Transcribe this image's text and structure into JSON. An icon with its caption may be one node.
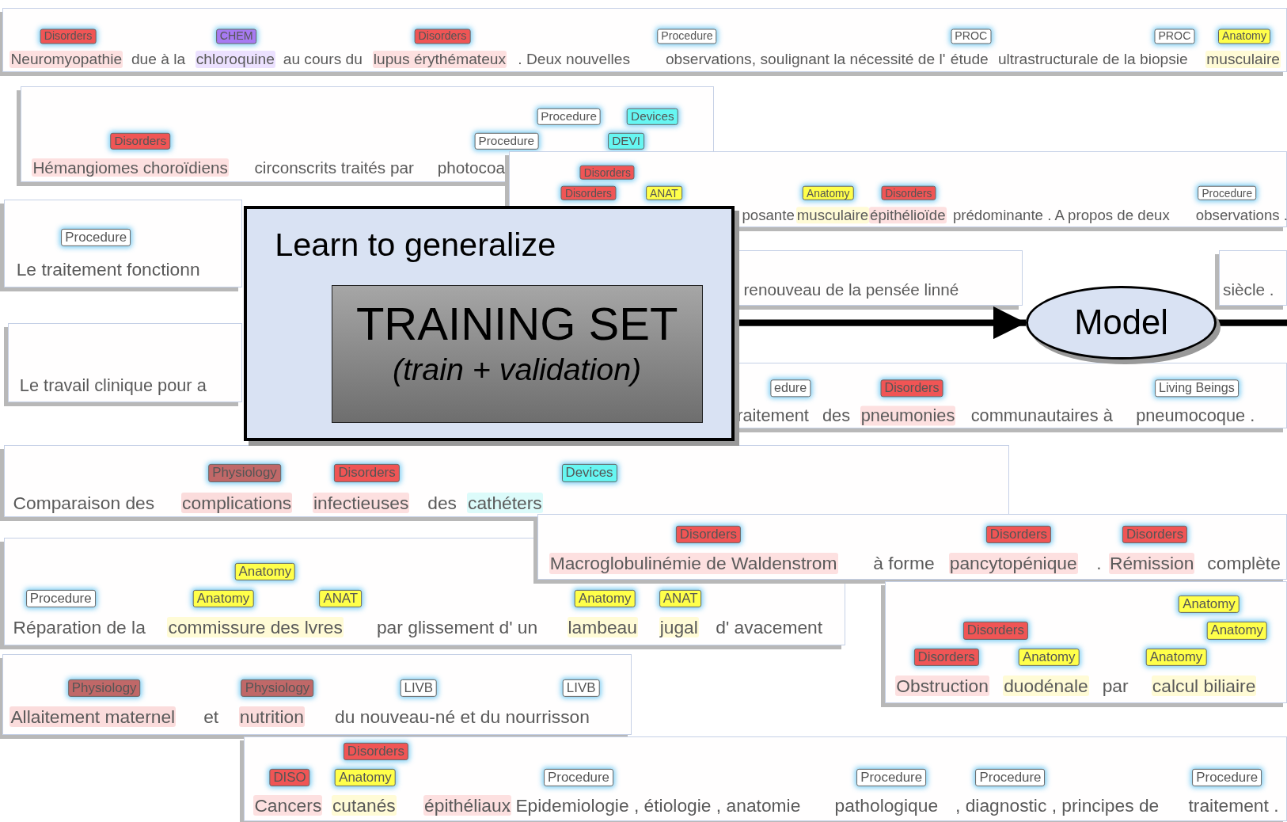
{
  "diagram": {
    "nodes": [
      {
        "text": [
          "Disorders",
          "CHEM",
          "Disorders",
          "Procedure",
          "PROC",
          "PROC",
          "Anatomy",
          "Neuromyopathie",
          "due à la",
          "chloroquine",
          "au cours du",
          "lupus érythémateux",
          ". Deux nouvelles",
          "observations",
          ", soulignant la nécessité de l'",
          "étude",
          "ultrastructurale de la biopsie",
          "musculaire"
        ]
      },
      {
        "text": [
          "Procedure",
          "Devices",
          "Disorders",
          "Procedure",
          "DEVI",
          "Hémangiomes choroïdiens",
          "circonscrits traités par",
          "photocoa"
        ]
      },
      {
        "text": [
          "Disorders",
          "Disorders",
          "ANAT",
          "Anatomy",
          "Disorders",
          "Procedure",
          "posante",
          "musculaire",
          "épithélioïde",
          "prédominante . A propos de deux",
          "observations ."
        ]
      },
      {
        "text": [
          "Procedure",
          "Le traitement fonctionn"
        ]
      },
      {
        "text": [
          "Learn to generalize"
        ]
      },
      {
        "text": [
          "TRAINING SET",
          "(train + validation)"
        ],
        "in": 4
      },
      {
        "text": [
          "renouveau de la pensée linné"
        ]
      },
      {
        "text": [
          "Model"
        ]
      },
      {
        "text": [
          "siècle ."
        ]
      },
      {
        "text": [
          "Le travail clinique pour a"
        ]
      },
      {
        "text": [
          "edure",
          "Disorders",
          "Living Beings",
          "raitement",
          "des",
          "pneumonies",
          "communautaires à",
          "pneumocoque ."
        ]
      },
      {
        "text": [
          "Physiology",
          "Disorders",
          "Devices",
          "Comparaison des",
          "complications",
          "infectieuses",
          "des",
          "cathéters"
        ]
      },
      {
        "text": [
          "Disorders",
          "Disorders",
          "Disorders",
          "Macroglobulinémie de Waldenstrom",
          "à forme",
          "pancytopénique",
          ".",
          "Rémission",
          "complète"
        ]
      },
      {
        "text": [
          "Anatomy",
          "Procedure",
          "Anatomy",
          "ANAT",
          "Anatomy",
          "ANAT",
          "Réparation de la",
          "commissure des lvres",
          "par glissement d' un",
          "lambeau",
          "jugal",
          "d' avacement"
        ]
      },
      {
        "text": [
          "Anatomy",
          "Disorders",
          "Anatomy",
          "Disorders",
          "Anatomy",
          "Anatomy",
          "Obstruction",
          "duodénale",
          "par",
          "calcul biliaire"
        ]
      },
      {
        "text": [
          "Physiology",
          "Physiology",
          "LIVB",
          "LIVB",
          "Allaitement maternel",
          "et",
          "nutrition",
          "du nouveau-né et du nourrisson"
        ]
      },
      {
        "text": [
          "Disorders",
          "DISO",
          "Anatomy",
          "Procedure",
          "Procedure",
          "Procedure",
          "Procedure",
          "Cancers",
          "cutanés",
          "épithéliaux",
          ". Epidemiologie , étiologie , anatomie",
          "pathologique",
          ", diagnostic , principes de",
          "traitement ."
        ]
      }
    ],
    "edges": [
      {
        "from": 4,
        "to": 7,
        "arrow": "to"
      },
      {
        "from": 7,
        "to": null,
        "arrow": "none"
      }
    ]
  }
}
